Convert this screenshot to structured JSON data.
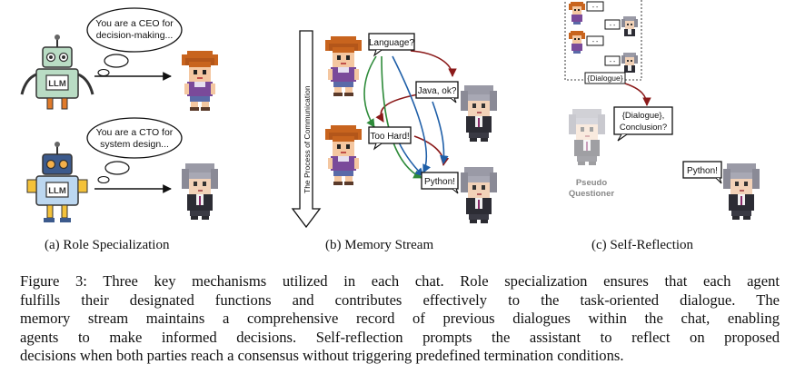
{
  "panel_a": {
    "caption": "(a) Role Specialization",
    "robot_label": "LLM",
    "bubble_ceo": [
      "You are a CEO for",
      "decision-making..."
    ],
    "bubble_cto": [
      "You are a CTO for",
      "system design..."
    ]
  },
  "panel_b": {
    "caption": "(b) Memory Stream",
    "axis_label": "The Process of Communication",
    "msg_language": "Language?",
    "msg_java": "Java, ok?",
    "msg_hard": "Too Hard!",
    "msg_python": "Python!"
  },
  "panel_c": {
    "caption": "(c) Self-Reflection",
    "dialogue_label": "{Dialogue}",
    "question_line1": "{Dialogue},",
    "question_line2": "Conclusion?",
    "questioner_line1": "Pseudo",
    "questioner_line2": "Questioner",
    "answer": "Python!",
    "dots": "- -"
  },
  "caption": {
    "lines": [
      "Figure 3: Three key mechanisms utilized in each chat. Role specialization ensures that each agent",
      "fulfills their designated functions and contributes effectively to the task-oriented dialogue.  The",
      "memory stream maintains a comprehensive record of previous dialogues within the chat, enabling",
      "agents to make informed decisions.  Self-reflection prompts the assistant to reflect on proposed",
      "decisions when both parties reach a consensus without triggering predefined termination conditions."
    ]
  },
  "colors": {
    "arrow_red": "#8b1a1a",
    "arrow_green": "#2e8b3a",
    "arrow_blue": "#1f5fa8",
    "robot_green_body": "#b9dcc4",
    "robot_blue_body": "#bcd7f0",
    "hair_orange": "#c8641e",
    "hair_gray": "#9a9aa6",
    "shirt_purple": "#7a4a9a"
  }
}
